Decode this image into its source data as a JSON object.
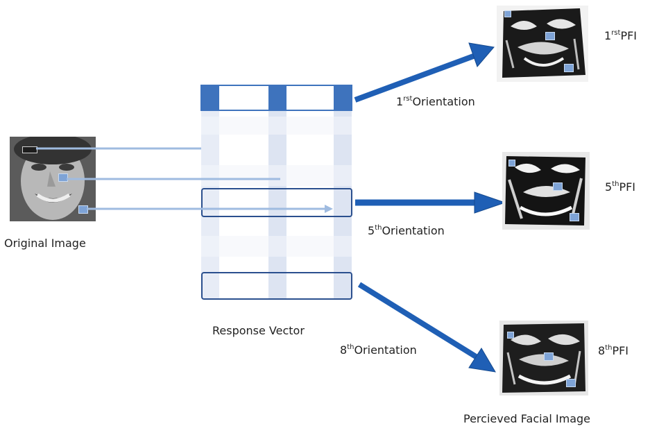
{
  "labels": {
    "original_image": "Original Image",
    "response_vector": "Response Vector",
    "perceived_image": "Percieved Facial Image"
  },
  "orientations": [
    {
      "num": "1",
      "sup": "rst",
      "word": "Orientation",
      "pfi": "PFI"
    },
    {
      "num": "5",
      "sup": "th",
      "word": "Orientation",
      "pfi": "PFI"
    },
    {
      "num": "8",
      "sup": "th",
      "word": "Orientation",
      "pfi": "PFI"
    }
  ],
  "colors": {
    "arrow": "#1f5fb5",
    "arrow_edge": "#154a8f",
    "header_fill": "#3e73bd",
    "band_fill": "#d5def0",
    "line": "#9fbbe0",
    "outline": "#2a4f8e"
  }
}
